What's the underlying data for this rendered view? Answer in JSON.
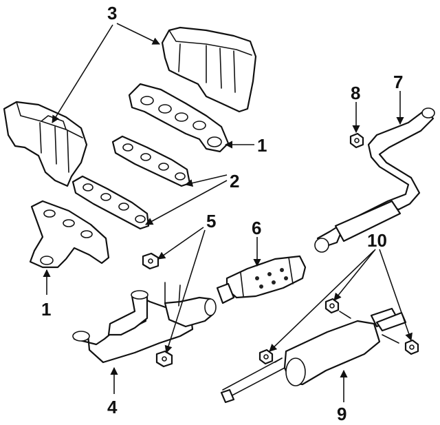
{
  "callouts": {
    "c1_right": "1",
    "c1_left": "1",
    "c2": "2",
    "c3": "3",
    "c4": "4",
    "c5": "5",
    "c6": "6",
    "c7": "7",
    "c8": "8",
    "c9": "9",
    "c10": "10"
  },
  "colors": {
    "line": "#111111",
    "background": "#ffffff"
  }
}
